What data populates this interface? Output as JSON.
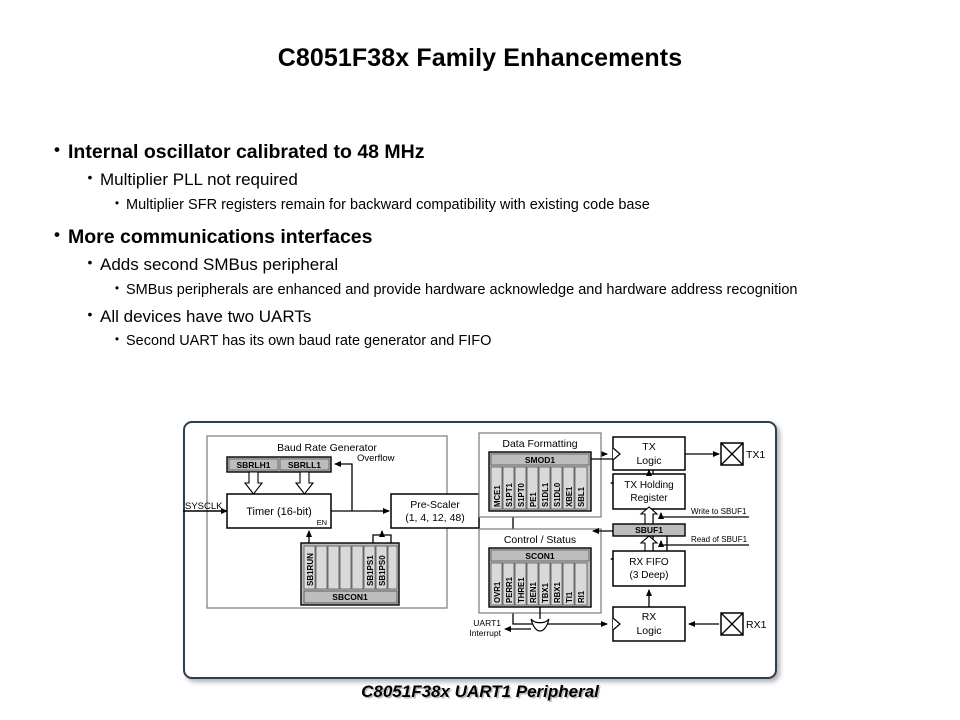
{
  "slide": {
    "title": "C8051F38x Family Enhancements",
    "caption": "C8051F38x UART1 Peripheral"
  },
  "bullets": [
    {
      "level": 1,
      "text": "Internal oscillator calibrated to 48 MHz"
    },
    {
      "level": 2,
      "text": "Multiplier PLL not required"
    },
    {
      "level": 3,
      "text": "Multiplier SFR registers remain for backward compatibility with existing code base"
    },
    {
      "level": 1,
      "text": "More communications interfaces"
    },
    {
      "level": 2,
      "text": "Adds second SMBus peripheral"
    },
    {
      "level": 3,
      "text": "SMBus peripherals are enhanced and provide hardware acknowledge and hardware address recognition"
    },
    {
      "level": 2,
      "text": "All devices have two UARTs"
    },
    {
      "level": 3,
      "text": "Second UART has its own baud rate generator and FIFO"
    }
  ],
  "diagram": {
    "frame_color": "#2c3e50",
    "register_fill": "#bdbdbd",
    "block_fill": "#ffffff",
    "baud_rate_generator": {
      "title": "Baud Rate Generator",
      "reload_registers": [
        "SBRLH1",
        "SBRLL1"
      ],
      "timer_label": "Timer (16-bit)",
      "timer_enable_label": "EN",
      "prescaler_label_line1": "Pre-Scaler",
      "prescaler_label_line2": "(1, 4, 12, 48)",
      "overflow_label": "Overflow",
      "sysclk_label": "SYSCLK",
      "sbcon1": {
        "name": "SBCON1",
        "bits": [
          "SB1RUN",
          "",
          "",
          "",
          "",
          "SB1PS1",
          "SB1PS0"
        ]
      }
    },
    "data_formatting": {
      "title": "Data Formatting",
      "register_name": "SMOD1",
      "bits": [
        "MCE1",
        "S1PT1",
        "S1PT0",
        "PE1",
        "S1DL1",
        "S1DL0",
        "XBE1",
        "SBL1"
      ]
    },
    "control_status": {
      "title": "Control / Status",
      "register_name": "SCON1",
      "bits": [
        "OVR1",
        "PERR1",
        "THRE1",
        "REN1",
        "TBX1",
        "RBX1",
        "TI1",
        "RI1"
      ]
    },
    "tx_logic": {
      "line1": "TX",
      "line2": "Logic"
    },
    "tx_holding_register": {
      "line1": "TX Holding",
      "line2": "Register"
    },
    "sbuf1_label": "SBUF1",
    "rx_fifo": {
      "line1": "RX FIFO",
      "line2": "(3 Deep)"
    },
    "rx_logic": {
      "line1": "RX",
      "line2": "Logic"
    },
    "pins": {
      "tx": "TX1",
      "rx": "RX1"
    },
    "annotations": {
      "write_sbuf1": "Write to SBUF1",
      "read_sbuf1": "Read of SBUF1",
      "interrupt_line1": "UART1",
      "interrupt_line2": "Interrupt"
    }
  }
}
